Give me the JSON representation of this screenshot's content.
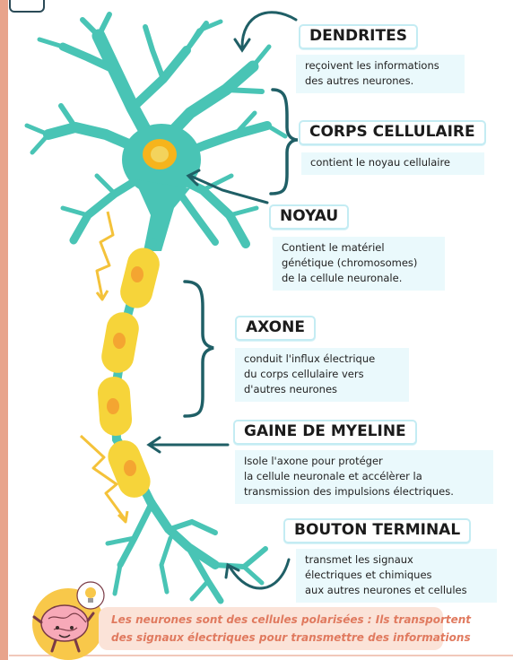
{
  "labels": {
    "dendrites": {
      "title": "DENDRITES",
      "desc": [
        "reçoivent les informations",
        "des autres neurones."
      ]
    },
    "corps": {
      "title": "CORPS CELLULAIRE",
      "desc": [
        "contient le noyau cellulaire"
      ]
    },
    "noyau": {
      "title": "NOYAU",
      "desc": [
        "Contient le matériel",
        "génétique (chromosomes)",
        "de la cellule neuronale."
      ]
    },
    "axone": {
      "title": "AXONE",
      "desc": [
        "conduit l'influx électrique",
        "du corps cellulaire vers",
        "d'autres neurones"
      ]
    },
    "gaine": {
      "title": "GAINE DE MYELINE",
      "desc": [
        "Isole l'axone pour protéger",
        "la cellule neuronale et accélèrer la",
        "transmission des impulsions électriques."
      ]
    },
    "bouton": {
      "title": "BOUTON TERMINAL",
      "desc": [
        "transmet les signaux",
        "électriques et chimiques",
        "aux autres neurones et cellules"
      ]
    }
  },
  "caption": [
    "Les neurones sont des cellules polarisées : Ils transportent",
    "des signaux électriques pour transmettre des informations"
  ],
  "colors": {
    "neuron": "#49c4b5",
    "nucleus": "#f6b41c",
    "myelin": "#f6d43a",
    "lightning": "#f4c23a",
    "arrow": "#1f5f66",
    "border": "#e8a48c",
    "caption_bg": "#fbe3d8",
    "caption_text": "#e07a5f"
  },
  "icons": [
    "brain-mascot-icon",
    "lightbulb-icon",
    "lightning-bolt-icon"
  ]
}
